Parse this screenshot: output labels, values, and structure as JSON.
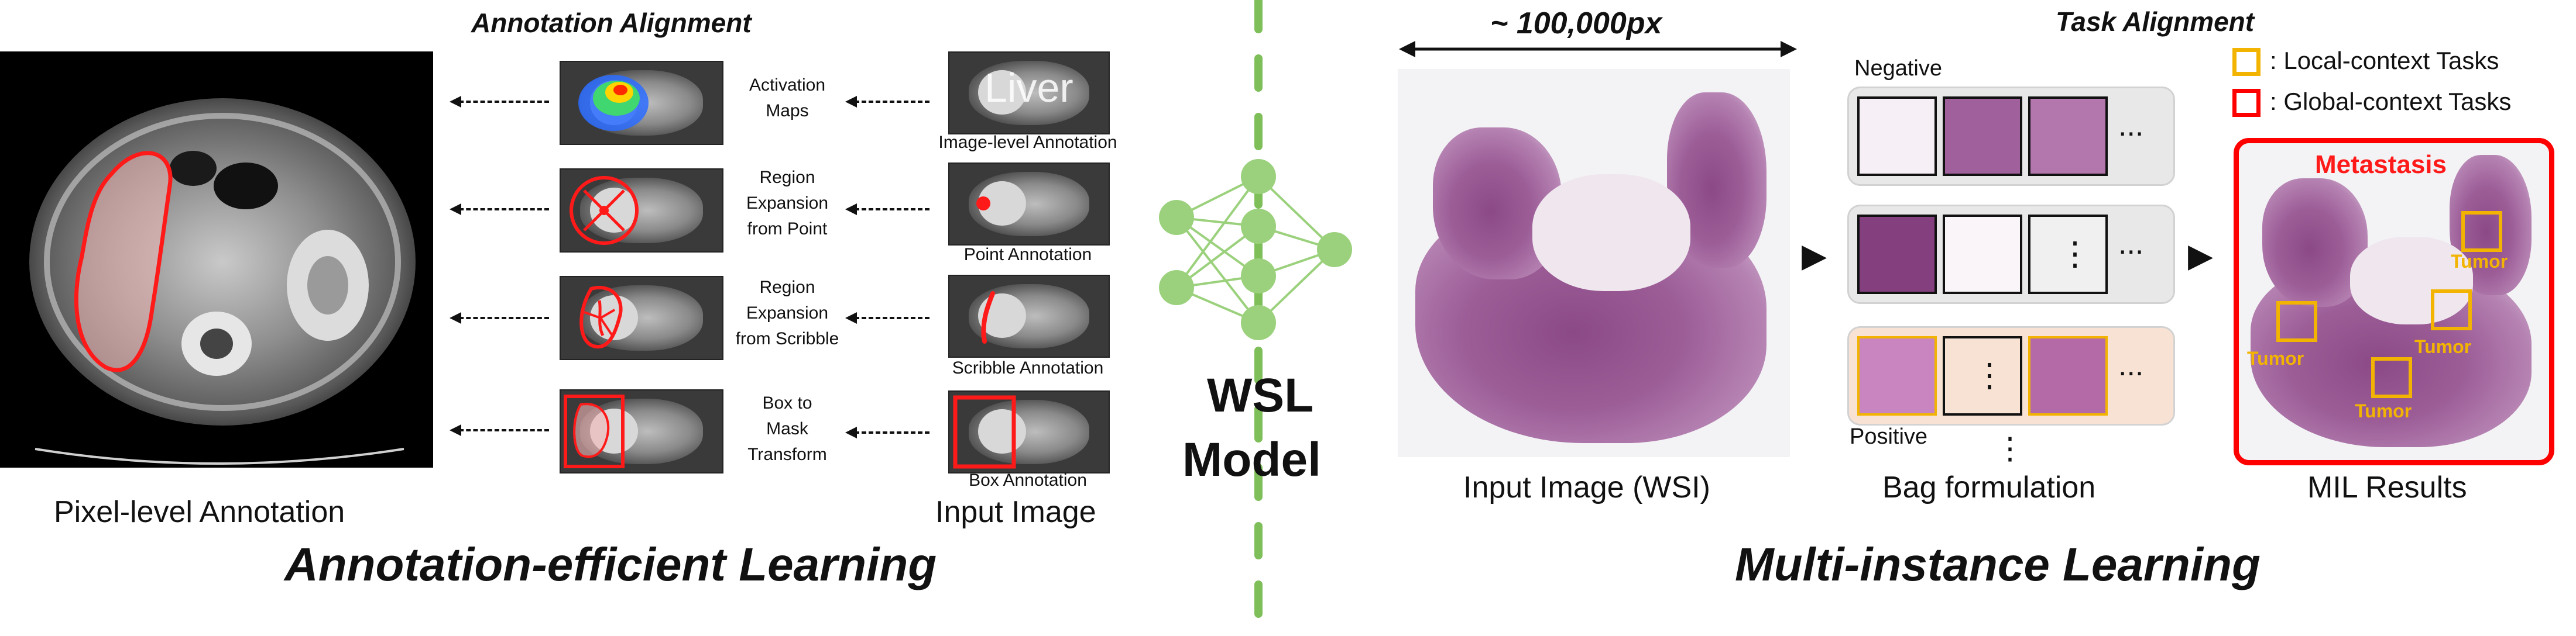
{
  "left": {
    "main_title": "Annotation-efficient Learning",
    "section_title": "Annotation Alignment",
    "pixel_label": "Pixel-level Annotation",
    "input_label": "Input Image",
    "rows": [
      {
        "method": "Activation\nMaps",
        "annotation": "Image-level Annotation",
        "overlay_text": "Liver"
      },
      {
        "method": "Region\nExpansion\nfrom Point",
        "annotation": "Point Annotation"
      },
      {
        "method": "Region\nExpansion\nfrom Scribble",
        "annotation": "Scribble Annotation"
      },
      {
        "method": "Box to\nMask\nTransform",
        "annotation": "Box Annotation"
      }
    ]
  },
  "center": {
    "model_label_1": "WSL",
    "model_label_2": "Model",
    "divider_color": "#7fbf5a",
    "node_color": "#9bd17c"
  },
  "right": {
    "main_title": "Multi-instance Learning",
    "section_title": "Task Alignment",
    "scale_label": "~ 100,000px",
    "wsi_label": "Input Image (WSI)",
    "bag_label": "Bag formulation",
    "mil_label": "MIL Results",
    "negative_label": "Negative",
    "positive_label": "Positive",
    "ellipsis": "...",
    "vdots": "⋮",
    "legend": [
      {
        "text": ": Local-context Tasks",
        "color": "#f2b400"
      },
      {
        "text": ": Global-context Tasks",
        "color": "#ff0000"
      }
    ],
    "metastasis": "Metastasis",
    "tumor_labels": [
      "Tumor",
      "Tumor",
      "Tumor",
      "Tumor"
    ]
  }
}
